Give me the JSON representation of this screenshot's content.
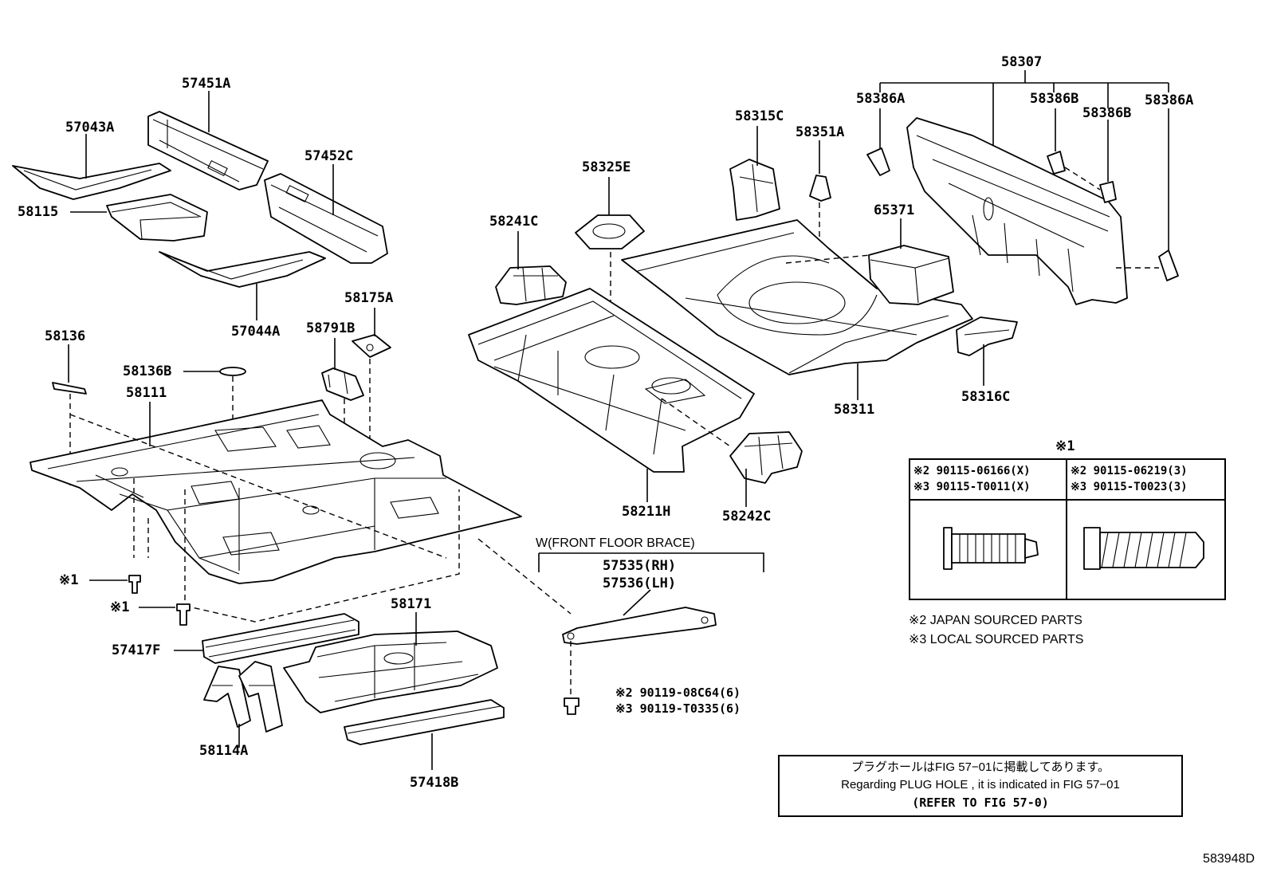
{
  "parts": {
    "p57451A": "57451A",
    "p57043A": "57043A",
    "p57452C": "57452C",
    "p58115": "58115",
    "p57044A": "57044A",
    "p58175A": "58175A",
    "p58791B": "58791B",
    "p58136": "58136",
    "p58136B": "58136B",
    "p58111": "58111",
    "p58325E": "58325E",
    "p58241C": "58241C",
    "p58315C": "58315C",
    "p58351A": "58351A",
    "p65371": "65371",
    "p58307": "58307",
    "p58386A_l": "58386A",
    "p58386B_t": "58386B",
    "p58386B_m": "58386B",
    "p58386A_r": "58386A",
    "p58311": "58311",
    "p58316C": "58316C",
    "p58211H": "58211H",
    "p58242C": "58242C",
    "p57535": "57535(RH)",
    "p57536": "57536(LH)",
    "p58171": "58171",
    "p57417F": "57417F",
    "p58114A": "58114A",
    "p57418B": "57418B",
    "mark1_a": "※1",
    "mark1_b": "※1",
    "bolt_jp": "※2 90119-08C64(6)",
    "bolt_local": "※3 90119-T0335(6)"
  },
  "brace_title": "W(FRONT FLOOR BRACE)",
  "fastener_table": {
    "title": "※1",
    "left_jp": "※2 90115-06166(X)",
    "left_local": "※3 90115-T0011(X)",
    "right_jp": "※2 90115-06219(3)",
    "right_local": "※3 90115-T0023(3)"
  },
  "legend": {
    "jp": "※2 JAPAN SOURCED PARTS",
    "local": "※3 LOCAL SOURCED PARTS"
  },
  "note": {
    "jp": "プラグホールはFIG 57−01に掲載してあります。",
    "en": "Regarding PLUG HOLE , it is indicated in FIG 57−01",
    "ref": "(REFER TO FIG 57-0)"
  },
  "figure_id": "583948D"
}
